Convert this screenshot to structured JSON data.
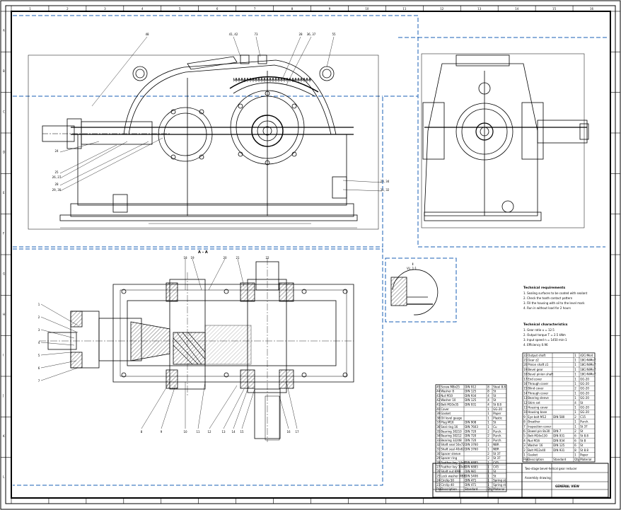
{
  "section_label": "A – A",
  "detail_label": "I",
  "detail_scale": "VL: 1:1",
  "balloons_front": [
    "48",
    "41, 42",
    "73",
    "28",
    "36, 37",
    "55",
    "24",
    "25",
    "26, 27",
    "28",
    "29, 30",
    "23, 34",
    "31, 32"
  ],
  "balloons_bottom": [
    "1",
    "2",
    "3",
    "4",
    "5",
    "6",
    "7",
    "8",
    "9",
    "10",
    "11",
    "12",
    "13",
    "14",
    "15",
    "16",
    "17",
    "18",
    "19",
    "20",
    "21",
    "22"
  ],
  "notes": {
    "heading1": "Technical requirements",
    "lines1": [
      "1. Sealing surfaces to be coated with sealant",
      "2. Check the tooth contact pattern",
      "3. Fill the housing with oil to the level mark",
      "4. Run in without load for 2 hours"
    ],
    "heading2": "Technical characteristics",
    "lines2": [
      "1. Gear ratio u = 12.5",
      "2. Output torque T = 2.5 kNm",
      "3. Input speed n = 1450 min-1",
      "4. Efficiency 0.96"
    ]
  },
  "title_block": {
    "line1": "Two-stage bevel-helical gear reducer",
    "line2": "Assembly drawing",
    "line3": "GENERAL VIEW"
  },
  "table_left": {
    "rows": [
      [
        "45",
        "Screw M8x25",
        "DIN 912",
        "8",
        "Steel 8.8"
      ],
      [
        "44",
        "Washer 8",
        "DIN 125",
        "8",
        "St"
      ],
      [
        "43",
        "Nut M10",
        "DIN 934",
        "4",
        "St"
      ],
      [
        "42",
        "Washer 10",
        "DIN 125",
        "4",
        "St"
      ],
      [
        "41",
        "Bolt M10x35",
        "DIN 931",
        "4",
        "St 8.8"
      ],
      [
        "40",
        "Cover",
        "",
        "1",
        "GG-20"
      ],
      [
        "39",
        "Gasket",
        "",
        "1",
        "Paper"
      ],
      [
        "38",
        "Oil level gauge",
        "",
        "1",
        "Plastic"
      ],
      [
        "37",
        "Plug M16",
        "DIN 908",
        "1",
        "St"
      ],
      [
        "36",
        "Seal ring 16",
        "DIN 7603",
        "1",
        "Cu"
      ],
      [
        "35",
        "Bearing 30210",
        "DIN 720",
        "2",
        "Purch."
      ],
      [
        "34",
        "Bearing 30212",
        "DIN 720",
        "2",
        "Purch."
      ],
      [
        "33",
        "Bearing 32208",
        "DIN 720",
        "2",
        "Purch."
      ],
      [
        "32",
        "Shaft seal 50x72",
        "DIN 3760",
        "1",
        "NBR"
      ],
      [
        "31",
        "Shaft seal 40x62",
        "DIN 3760",
        "1",
        "NBR"
      ],
      [
        "30",
        "Spacer sleeve",
        "",
        "2",
        "St 37"
      ],
      [
        "29",
        "Spacer ring",
        "",
        "2",
        "St 37"
      ],
      [
        "28",
        "Feather key 14x9",
        "DIN 6885",
        "1",
        "C45"
      ],
      [
        "27",
        "Feather key 10x8",
        "DIN 6885",
        "1",
        "C45"
      ],
      [
        "26",
        "Shaft nut KM8",
        "DIN 981",
        "1",
        "St"
      ],
      [
        "25",
        "Lock washer MB8",
        "DIN 5406",
        "1",
        "St"
      ],
      [
        "24",
        "Circlip 50",
        "DIN 471",
        "1",
        "Spring st."
      ],
      [
        "23",
        "Circlip 40",
        "DIN 471",
        "1",
        "Spring st."
      ]
    ],
    "header": [
      "Pos.",
      "Description",
      "Standard",
      "Qty",
      "Material"
    ]
  },
  "table_right": {
    "rows": [
      [
        "22",
        "Output shaft",
        "",
        "1",
        "42CrMo4"
      ],
      [
        "21",
        "Gear z2",
        "",
        "1",
        "18CrNiMo7"
      ],
      [
        "20",
        "Pinion shaft z1",
        "",
        "1",
        "18CrNiMo7"
      ],
      [
        "19",
        "Bevel gear",
        "",
        "1",
        "18CrNiMo7"
      ],
      [
        "18",
        "Bevel pinion shaft",
        "",
        "1",
        "18CrNiMo7"
      ],
      [
        "17",
        "End cover",
        "",
        "1",
        "GG-20"
      ],
      [
        "16",
        "Through cover",
        "",
        "1",
        "GG-20"
      ],
      [
        "15",
        "Blind cover",
        "",
        "2",
        "GG-20"
      ],
      [
        "14",
        "Through cover",
        "",
        "1",
        "GG-20"
      ],
      [
        "13",
        "Bearing sleeve",
        "",
        "1",
        "GG-20"
      ],
      [
        "12",
        "Shim set",
        "",
        "4",
        "St"
      ],
      [
        "11",
        "Housing cover",
        "",
        "1",
        "GG-20"
      ],
      [
        "10",
        "Housing base",
        "",
        "1",
        "GG-20"
      ],
      [
        "9",
        "Eye bolt M12",
        "DIN 580",
        "2",
        "C15"
      ],
      [
        "8",
        "Breather",
        "",
        "1",
        "Purch."
      ],
      [
        "7",
        "Inspection cover",
        "",
        "1",
        "St 37"
      ],
      [
        "6",
        "Dowel pin 8x30",
        "DIN 7",
        "2",
        "St"
      ],
      [
        "5",
        "Bolt M16x130",
        "DIN 931",
        "6",
        "St 8.8"
      ],
      [
        "4",
        "Nut M16",
        "DIN 934",
        "6",
        "St 8"
      ],
      [
        "3",
        "Washer 16",
        "DIN 125",
        "6",
        "St"
      ],
      [
        "2",
        "Bolt M12x40",
        "DIN 931",
        "8",
        "St 8.8"
      ],
      [
        "1",
        "Gasket",
        "",
        "1",
        "Paper"
      ]
    ],
    "header": [
      "Pos.",
      "Description",
      "Standard",
      "Qty",
      "Material"
    ]
  },
  "zones_top": [
    "1",
    "2",
    "3",
    "4",
    "5",
    "6",
    "7",
    "8",
    "9",
    "10",
    "11",
    "12",
    "13",
    "14",
    "15",
    "16"
  ],
  "zones_side": [
    "A",
    "B",
    "C",
    "D",
    "E",
    "F",
    "G",
    "H",
    "I",
    "J",
    "K",
    "L"
  ],
  "accent_color": "#1a5fb4"
}
